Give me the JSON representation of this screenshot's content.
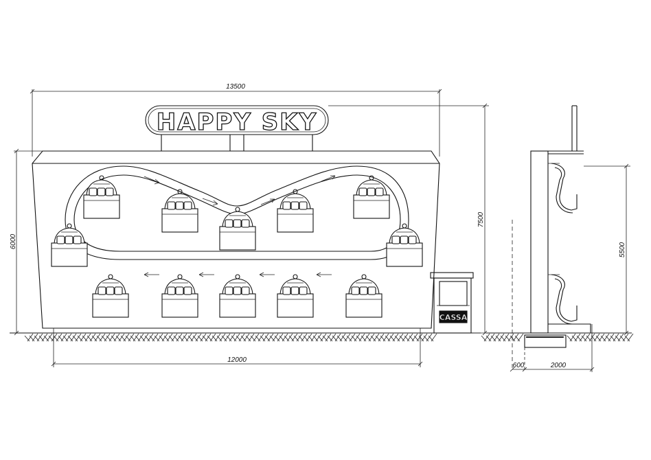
{
  "sign": {
    "text": "HAPPY SKY"
  },
  "booth": {
    "label": "CASSA"
  },
  "dimensions": {
    "overall_width": "13500",
    "base_width": "12000",
    "total_height": "7500",
    "wall_height": "6000",
    "side_height": "5500",
    "footing_offset": "600",
    "footing_width": "2000"
  }
}
